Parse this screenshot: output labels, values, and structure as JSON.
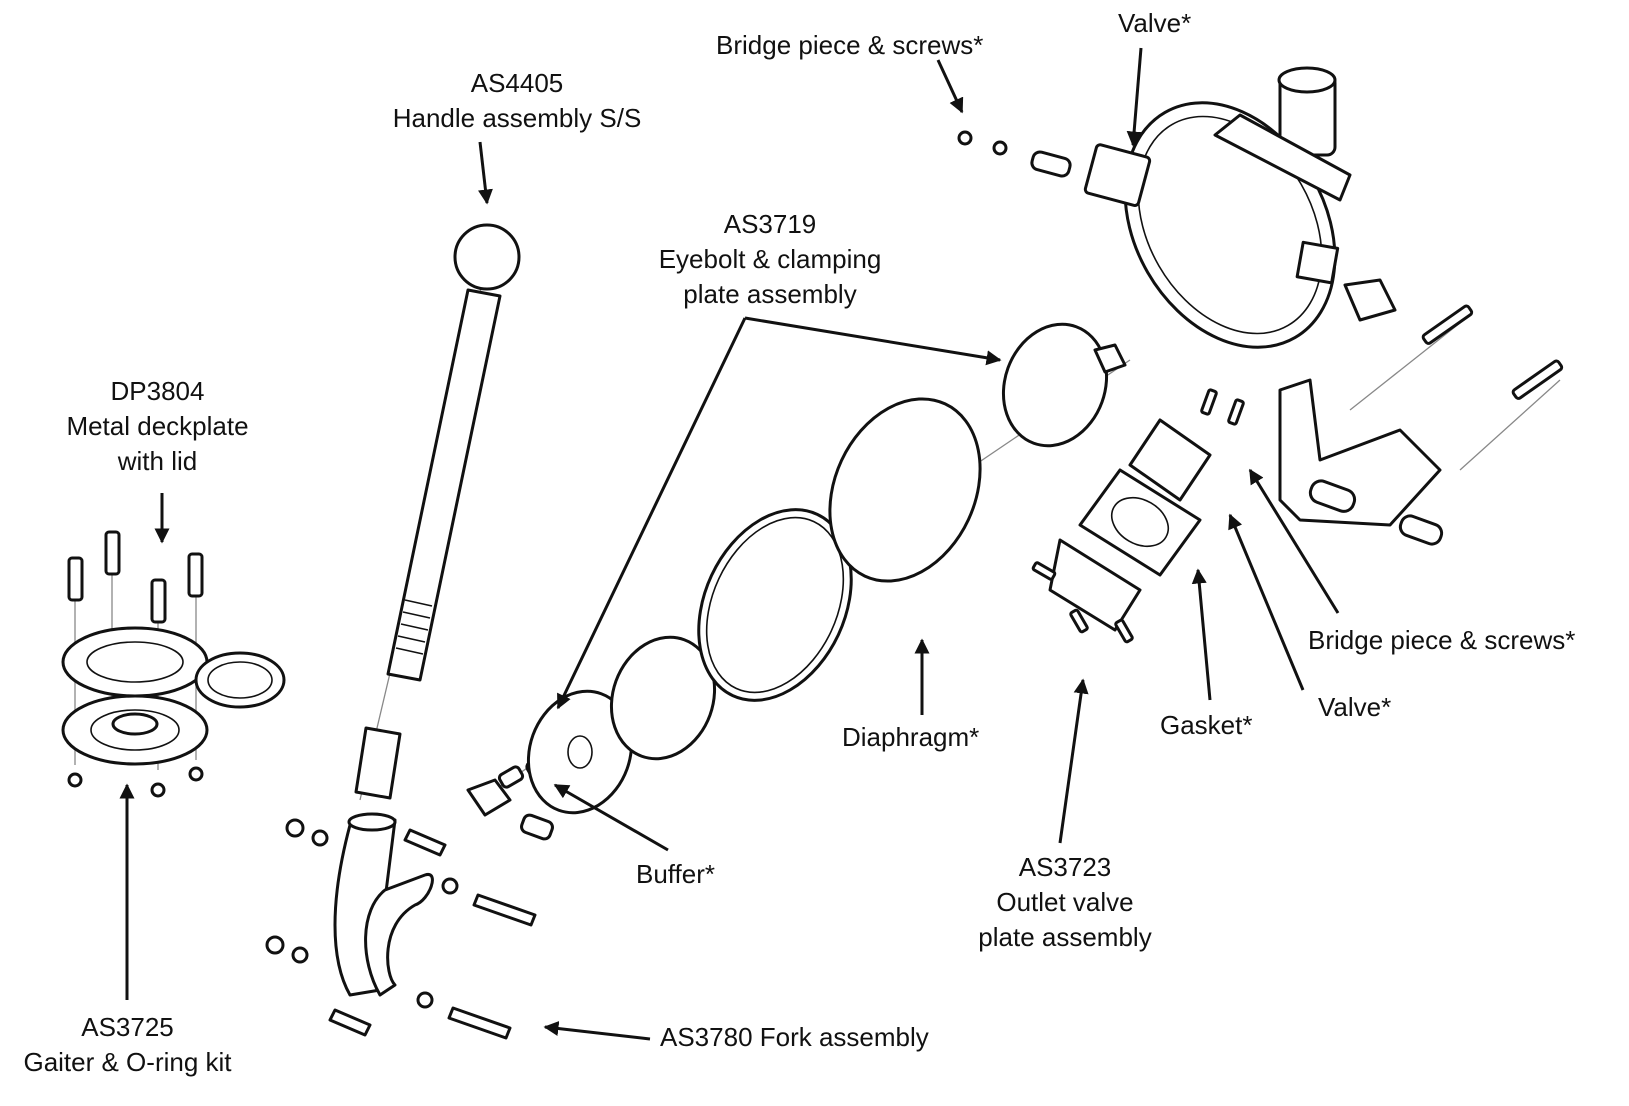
{
  "title": "Pump exploded parts diagram",
  "labels": {
    "bridge_top": "Bridge piece & screws*",
    "valve_top": "Valve*",
    "handle": {
      "code": "AS4405",
      "name": "Handle assembly S/S"
    },
    "eyebolt": {
      "code": "AS3719",
      "line1": "Eyebolt & clamping",
      "line2": "plate assembly"
    },
    "deckplate": {
      "code": "DP3804",
      "line1": "Metal deckplate",
      "line2": "with lid"
    },
    "diaphragm": "Diaphragm*",
    "gasket": "Gasket*",
    "valve_right": "Valve*",
    "bridge_right": "Bridge piece & screws*",
    "buffer": "Buffer*",
    "outlet": {
      "code": "AS3723",
      "line1": "Outlet valve",
      "line2": "plate assembly"
    },
    "gaiter": {
      "code": "AS3725",
      "name": "Gaiter & O-ring kit"
    },
    "fork": "AS3780 Fork assembly"
  }
}
